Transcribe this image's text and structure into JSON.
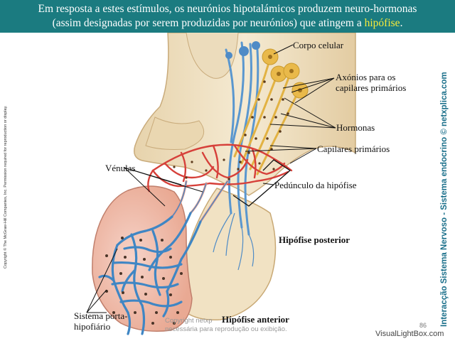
{
  "header": {
    "line1": "Em resposta a estes estímulos, os neurónios hipotalámicos produzem neuro-hormonas",
    "line2_pre": "(assim designadas por serem produzidas por neurónios) que atingem a ",
    "line2_highlight": "hipófise",
    "line2_post": "."
  },
  "labels": {
    "corpo_celular": "Corpo celular",
    "axonios_1": "Axónios para os",
    "axonios_2": "capilares primários",
    "hormonas": "Hormonas",
    "capilares_primarios": "Capilares primários",
    "venulas": "Vénulas",
    "peduncle": "Pedúnculo da hipófise",
    "hipofise_posterior": "Hipófise posterior",
    "hipofise_anterior": "Hipófise anterior",
    "sistema_1": "Sistema porta-",
    "sistema_2": "hipofiário"
  },
  "side_credit": "Interacção Sistema Nervoso - Sistema endocrino © netxplica.com",
  "copyright_vertical": "Copyright © The McGraw-Hill Companies, Inc. Permission required for reproduction or display.",
  "watermark": {
    "line1": "Copyright netxp",
    "line2": "necessária para reprodução ou exibição."
  },
  "page_number": "86",
  "footer_brand": "VisualLightBox.com",
  "colors": {
    "header_bg": "#1b7b80",
    "highlight": "#f6ea3b",
    "tissue": "#f1e4c8",
    "anterior_pink": "#f3c2b4",
    "artery_red": "#d6403a",
    "vein_blue": "#3f86c4",
    "axon_yellow": "#e2b243",
    "neuron_blue": "#5a97cf"
  }
}
